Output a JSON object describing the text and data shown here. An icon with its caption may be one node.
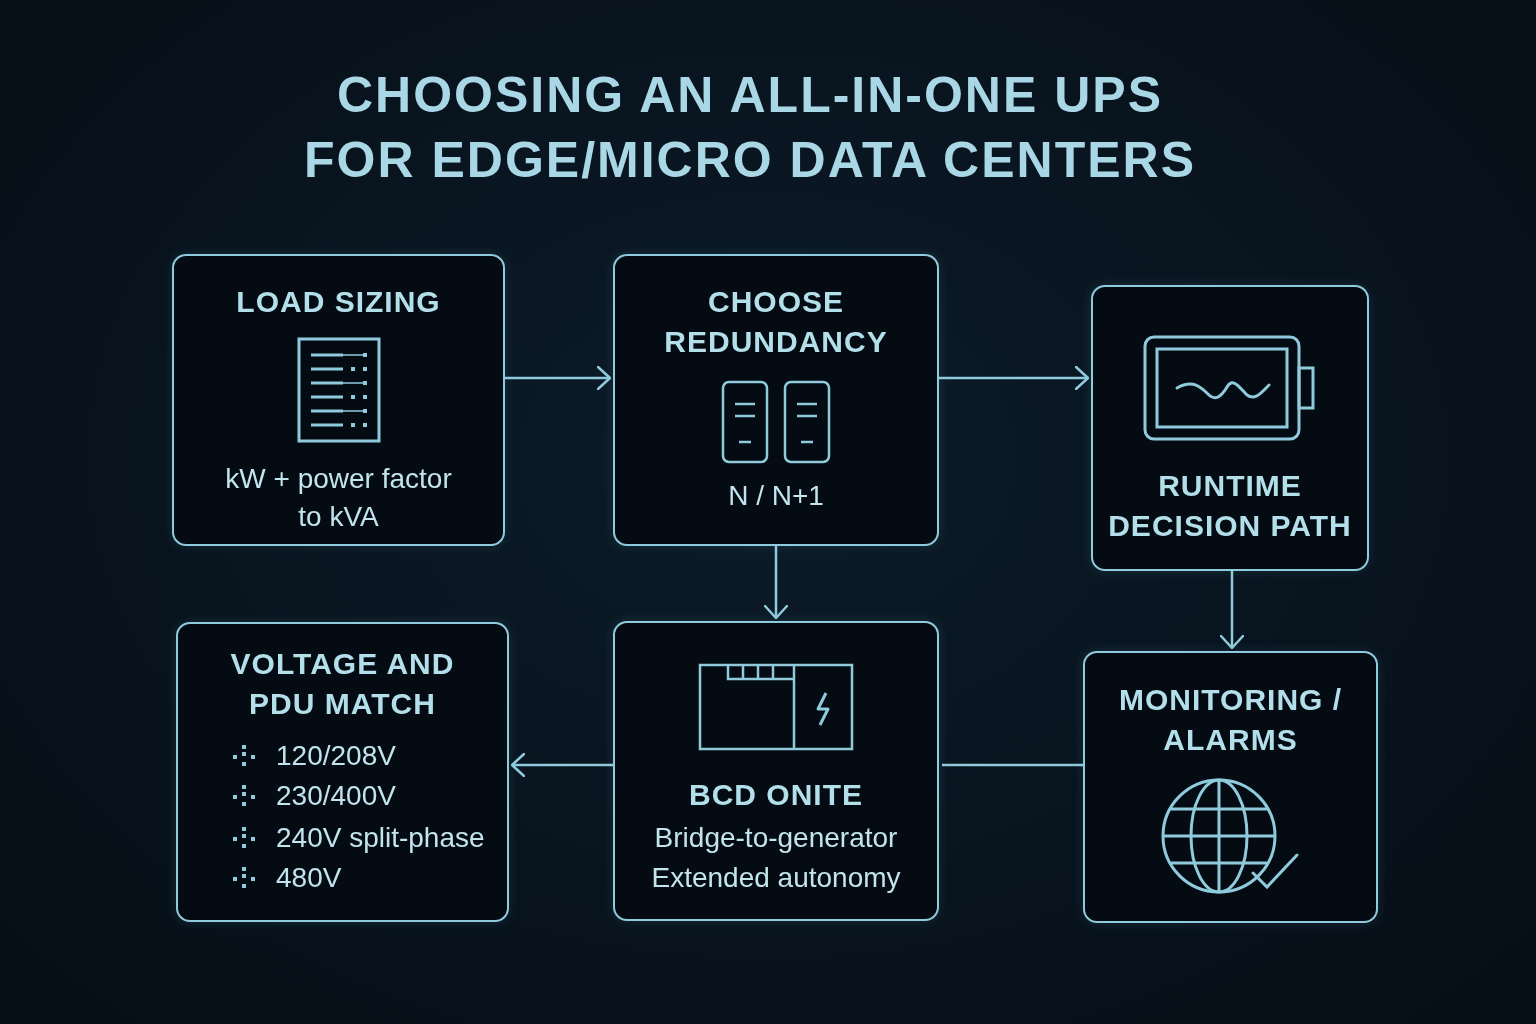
{
  "diagram": {
    "title": "CHOOSING AN ALL-IN-ONE UPS FOR EDGE/MICRO DATA CENTERS",
    "nodes": [
      {
        "text": [
          "LOAD SIZING",
          "kW + power factor to kVA"
        ]
      },
      {
        "text": [
          "CHOOSE REDUNDANCY",
          "N / N+1"
        ]
      },
      {
        "text": [
          "RUNTIME DECISION PATH"
        ]
      },
      {
        "text": [
          "VOLTAGE AND PDU MATCH",
          "120/208V",
          "230/400V",
          "240V split-phase",
          "480V"
        ]
      },
      {
        "text": [
          "BCD ONITE",
          "Bridge-to-generator",
          "Extended autonomy"
        ]
      },
      {
        "text": [
          "MONITORING / ALARMS"
        ]
      }
    ],
    "edges": [
      {
        "from": 0,
        "to": 1,
        "arrow": "to"
      },
      {
        "from": 1,
        "to": 2,
        "arrow": "to"
      },
      {
        "from": 1,
        "to": 4,
        "arrow": "to"
      },
      {
        "from": 2,
        "to": 5,
        "arrow": "to"
      },
      {
        "from": 5,
        "to": 4,
        "arrow": "none"
      },
      {
        "from": 4,
        "to": 3,
        "arrow": "to"
      }
    ]
  }
}
